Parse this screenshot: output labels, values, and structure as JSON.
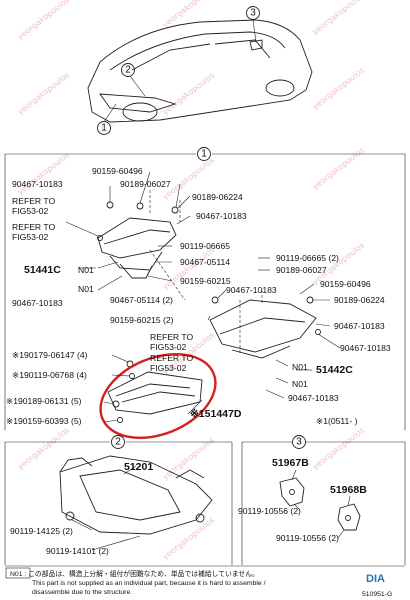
{
  "callouts": {
    "c1": "1",
    "c2": "2",
    "c3": "3"
  },
  "labels": {
    "p_90159_60496": "90159-60496",
    "p_90467_10183_a": "90467-10183",
    "p_90189_06027_a": "90189-06027",
    "p_90189_06224_a": "90189-06224",
    "refer_a1": "REFER TO",
    "refer_a2": "FIG53-02",
    "p_90467_10183_b": "90467-10183",
    "refer_b1": "REFER TO",
    "refer_b2": "FIG53-02",
    "p_90119_06665_a": "90119-06665",
    "p_90119_06665_b": "90119-06665 (2)",
    "p_90467_05114_a": "90467-05114",
    "p_90189_06027_b": "90189-06027",
    "p_51441c": "51441C",
    "n01_a": "N01",
    "p_90159_60215_a": "90159-60215",
    "p_90159_60496_b": "90159-60496",
    "n01_b": "N01",
    "p_90467_10183_c": "90467-10183",
    "p_90467_05114_b": "90467-05114 (2)",
    "p_90467_10183_d": "90467-10183",
    "p_90189_06224_b": "90189-06224",
    "p_90159_60215_b": "90159-60215 (2)",
    "p_90467_10183_e": "90467-10183",
    "refer_c1": "REFER TO",
    "refer_c2": "FIG53-02",
    "refer_d1": "REFER TO",
    "refer_d2": "FIG53-02",
    "p_190179": "※190179-06147 (4)",
    "p_190119": "※190119-06768 (4)",
    "p_90467_10183_f": "90467-10183",
    "n01_c": "N01",
    "p_51442c": "51442C",
    "n01_d": "N01",
    "p_190189": "※190189-06131 (5)",
    "p_90467_10183_g": "90467-10183",
    "p_190159": "※190159-60393 (5)",
    "p_151447d": "※151447D",
    "note_r": "※1(0511-   )",
    "p_51201": "51201",
    "p_51967b": "51967B",
    "p_51968b": "51968B",
    "p_90119_14125": "90119-14125 (2)",
    "p_90119_10556_a": "90119-10556 (2)",
    "p_90119_10556_b": "90119-10556 (2)",
    "p_90119_14101": "90119-14101 (2)"
  },
  "footer": {
    "note_line1": "N01 : この部品は、構造上分解・組付が困難なため、単品では補給していません。",
    "note_line2": "This part is not supplied as an individual part, because it is hard to assemble /",
    "note_line3": "disassemble due to the structure.",
    "logo": "DIA",
    "fig_id": "510951-G"
  },
  "watermark": "yeorgakopoulos",
  "colors": {
    "highlight": "#d42020",
    "ink": "#111111",
    "watermark": "#e6a0a0"
  }
}
